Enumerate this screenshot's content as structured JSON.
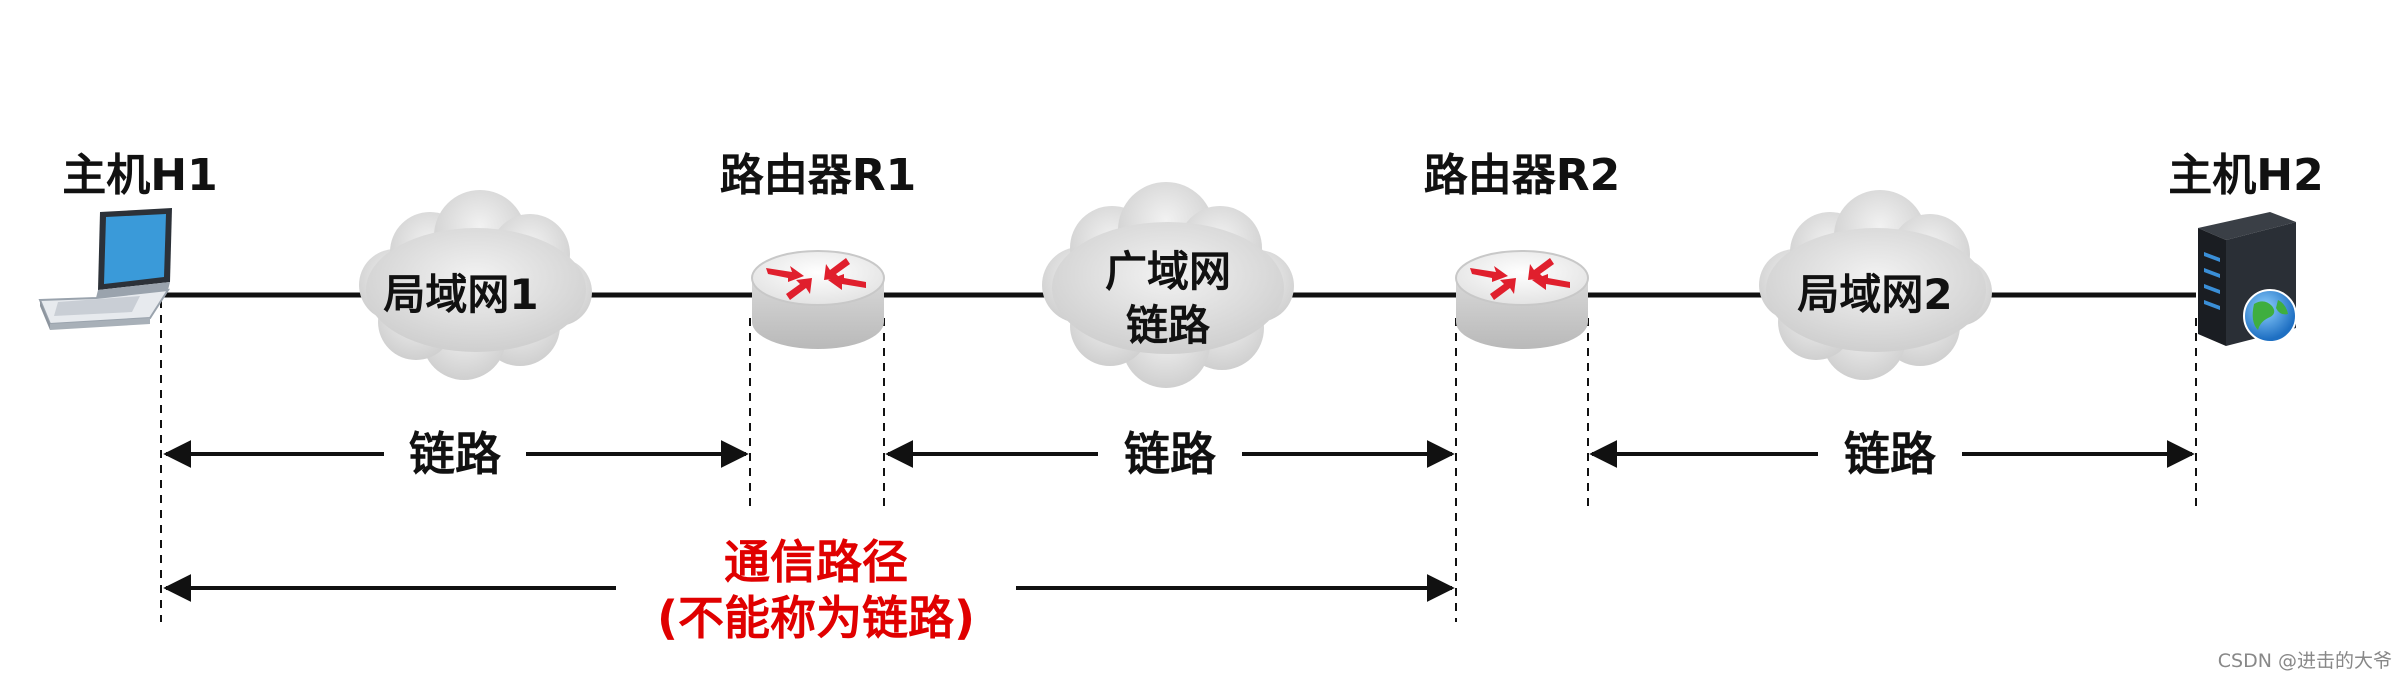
{
  "nodes": {
    "host1": {
      "label": "主机H1",
      "icon": "laptop-icon"
    },
    "router1": {
      "label": "路由器R1",
      "icon": "router-icon"
    },
    "router2": {
      "label": "路由器R2",
      "icon": "router-icon"
    },
    "host2": {
      "label": "主机H2",
      "icon": "server-icon"
    }
  },
  "clouds": {
    "lan1": {
      "label": "局域网1"
    },
    "wan": {
      "line1": "广域网",
      "line2": "链路"
    },
    "lan2": {
      "label": "局域网2"
    }
  },
  "links": {
    "link1": "链路",
    "link2": "链路",
    "link3": "链路"
  },
  "path": {
    "line1": "通信路径",
    "line2": "(不能称为链路)"
  },
  "watermark": "CSDN @进击的大爷",
  "colors": {
    "line": "#111111",
    "path_text": "#e00000",
    "cloud_fill": "#dcdcdc",
    "router_top": "#f0f0f0",
    "router_arrow": "#e01f2d",
    "laptop_screen": "#3a9ad9",
    "server_body": "#1f2328"
  }
}
